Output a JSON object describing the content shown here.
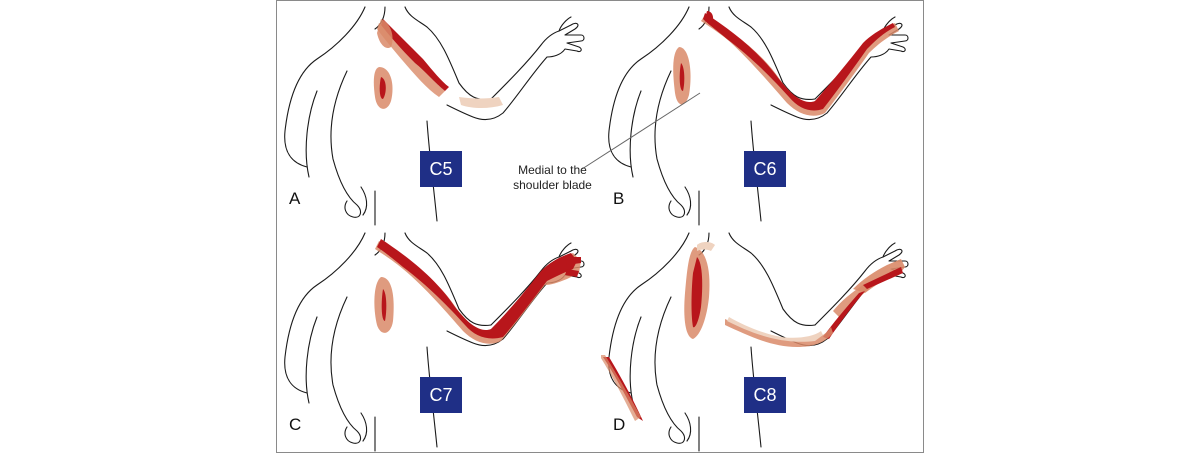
{
  "panels": [
    {
      "letter": "A",
      "level": "C5"
    },
    {
      "letter": "B",
      "level": "C6"
    },
    {
      "letter": "C",
      "level": "C7"
    },
    {
      "letter": "D",
      "level": "C8"
    }
  ],
  "annotation": {
    "line1": "Medial to the",
    "line2": "shoulder blade"
  },
  "colors": {
    "dark_red": "#b8161b",
    "skin": "#d98a68",
    "light_skin": "#efd3c0",
    "badge": "#1f2f86"
  }
}
